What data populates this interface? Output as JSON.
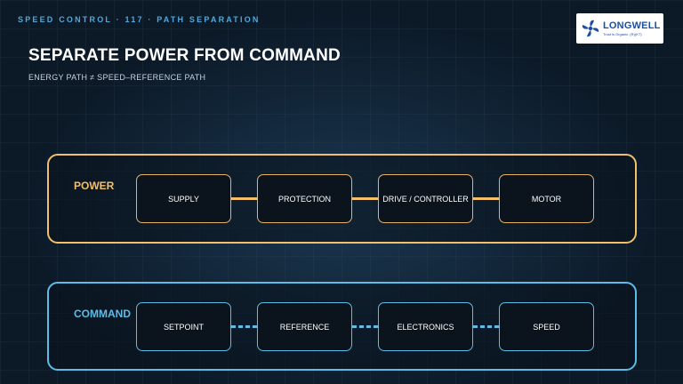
{
  "header": {
    "kicker": "SPEED CONTROL · 117 · PATH SEPARATION",
    "title": "SEPARATE POWER FROM COMMAND",
    "subtitle": "ENERGY PATH ≠ SPEED–REFERENCE PATH"
  },
  "logo": {
    "brand": "LONGWELL",
    "tagline": "Trust is Organic. (R)(KT)",
    "icon": "fan-icon"
  },
  "power": {
    "label": "POWER",
    "nodes": [
      "SUPPLY",
      "PROTECTION",
      "DRIVE / CONTROLLER",
      "MOTOR"
    ],
    "color": "#f3bf6a",
    "link_style": "solid"
  },
  "command": {
    "label": "COMMAND",
    "nodes": [
      "SETPOINT",
      "REFERENCE",
      "ELECTRONICS",
      "SPEED"
    ],
    "color": "#5dbde6",
    "link_style": "dashed"
  },
  "colors": {
    "background": "#0c1a28",
    "kicker": "#4fa9de",
    "logo_brand": "#1a4fa3"
  }
}
